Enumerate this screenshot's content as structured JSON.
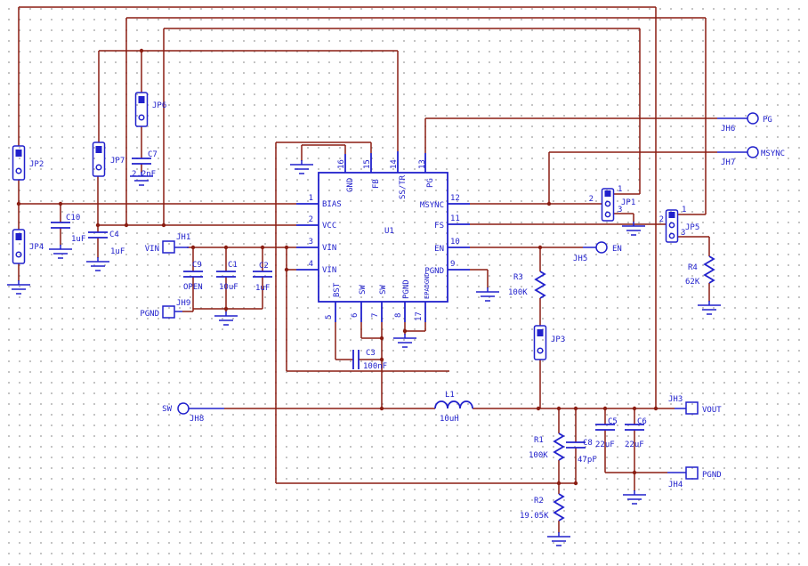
{
  "ic": {
    "ref": "U1",
    "pins": {
      "p1": {
        "num": "1",
        "name": "BIAS"
      },
      "p2": {
        "num": "2",
        "name": "VCC"
      },
      "p3": {
        "num": "3",
        "name": "VIN"
      },
      "p4": {
        "num": "4",
        "name": "VIN"
      },
      "p5": {
        "num": "5",
        "name": "BST"
      },
      "p6": {
        "num": "6",
        "name": "SW"
      },
      "p7": {
        "num": "7",
        "name": "SW"
      },
      "p8": {
        "num": "8",
        "name": "PGND"
      },
      "p9": {
        "num": "9",
        "name": "PGND"
      },
      "p10": {
        "num": "10",
        "name": "EN"
      },
      "p11": {
        "num": "11",
        "name": "FS"
      },
      "p12": {
        "num": "12",
        "name": "MSYNC"
      },
      "p13": {
        "num": "13",
        "name": "PG"
      },
      "p14": {
        "num": "14",
        "name": "SS/TR"
      },
      "p15": {
        "num": "15",
        "name": "FB"
      },
      "p16": {
        "num": "16",
        "name": "GND"
      },
      "p17": {
        "num": "17",
        "name": "EPADGND"
      }
    }
  },
  "parts": {
    "C1": {
      "ref": "C1",
      "value": "10uF"
    },
    "C2": {
      "ref": "C2",
      "value": "1uF"
    },
    "C3": {
      "ref": "C3",
      "value": "100nF"
    },
    "C4": {
      "ref": "C4",
      "value": "1uF"
    },
    "C5": {
      "ref": "C5",
      "value": "22uF"
    },
    "C6": {
      "ref": "C6",
      "value": "22uF"
    },
    "C7": {
      "ref": "C7",
      "value": "2.2nF"
    },
    "C8": {
      "ref": "C8",
      "value": "47pF"
    },
    "C9": {
      "ref": "C9",
      "value": "OPEN"
    },
    "C10": {
      "ref": "C10",
      "value": "1uF"
    },
    "R1": {
      "ref": "R1",
      "value": "100K"
    },
    "R2": {
      "ref": "R2",
      "value": "19.05K"
    },
    "R3": {
      "ref": "R3",
      "value": "100K"
    },
    "R4": {
      "ref": "R4",
      "value": "62K"
    },
    "L1": {
      "ref": "L1",
      "value": "10uH"
    }
  },
  "jumpers": {
    "JP1": {
      "ref": "JP1",
      "pin1": "1",
      "pin2": "2",
      "pin3": "3"
    },
    "JP2": {
      "ref": "JP2"
    },
    "JP3": {
      "ref": "JP3"
    },
    "JP4": {
      "ref": "JP4"
    },
    "JP5": {
      "ref": "JP5",
      "pin1": "1",
      "pin2": "2",
      "pin3": "3"
    },
    "JP6": {
      "ref": "JP6"
    },
    "JP7": {
      "ref": "JP7"
    }
  },
  "connectors": {
    "JH1": {
      "ref": "JH1",
      "net": "VIN"
    },
    "JH3": {
      "ref": "JH3",
      "net": "VOUT"
    },
    "JH4": {
      "ref": "JH4",
      "net": "PGND"
    },
    "JH5": {
      "ref": "JH5",
      "net": "EN"
    },
    "JH6": {
      "ref": "JH6",
      "net": "PG"
    },
    "JH7": {
      "ref": "JH7",
      "net": "MSYNC"
    },
    "JH8": {
      "ref": "JH8",
      "net": "SW"
    },
    "JH9": {
      "ref": "JH9",
      "net": "PGND"
    }
  },
  "colors": {
    "wire": "#8b1d12",
    "symbol": "#2121cc",
    "text": "#2121cc",
    "junction": "#8b1d12",
    "grid": "#b9b9b9",
    "background": "#ffffff"
  }
}
